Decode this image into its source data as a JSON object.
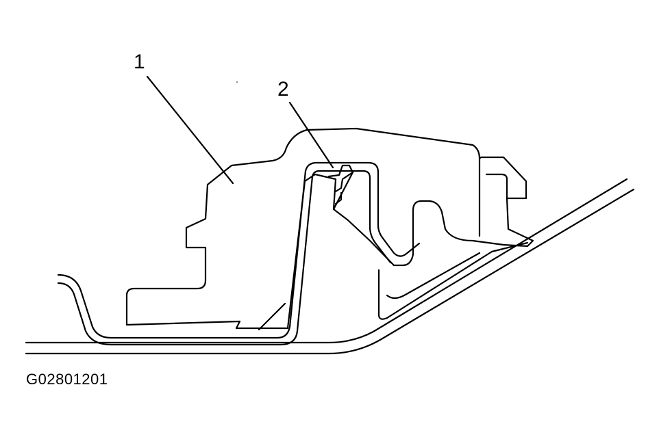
{
  "callouts": [
    {
      "label": "1"
    },
    {
      "label": "2"
    }
  ],
  "figure_id": "G02801201"
}
